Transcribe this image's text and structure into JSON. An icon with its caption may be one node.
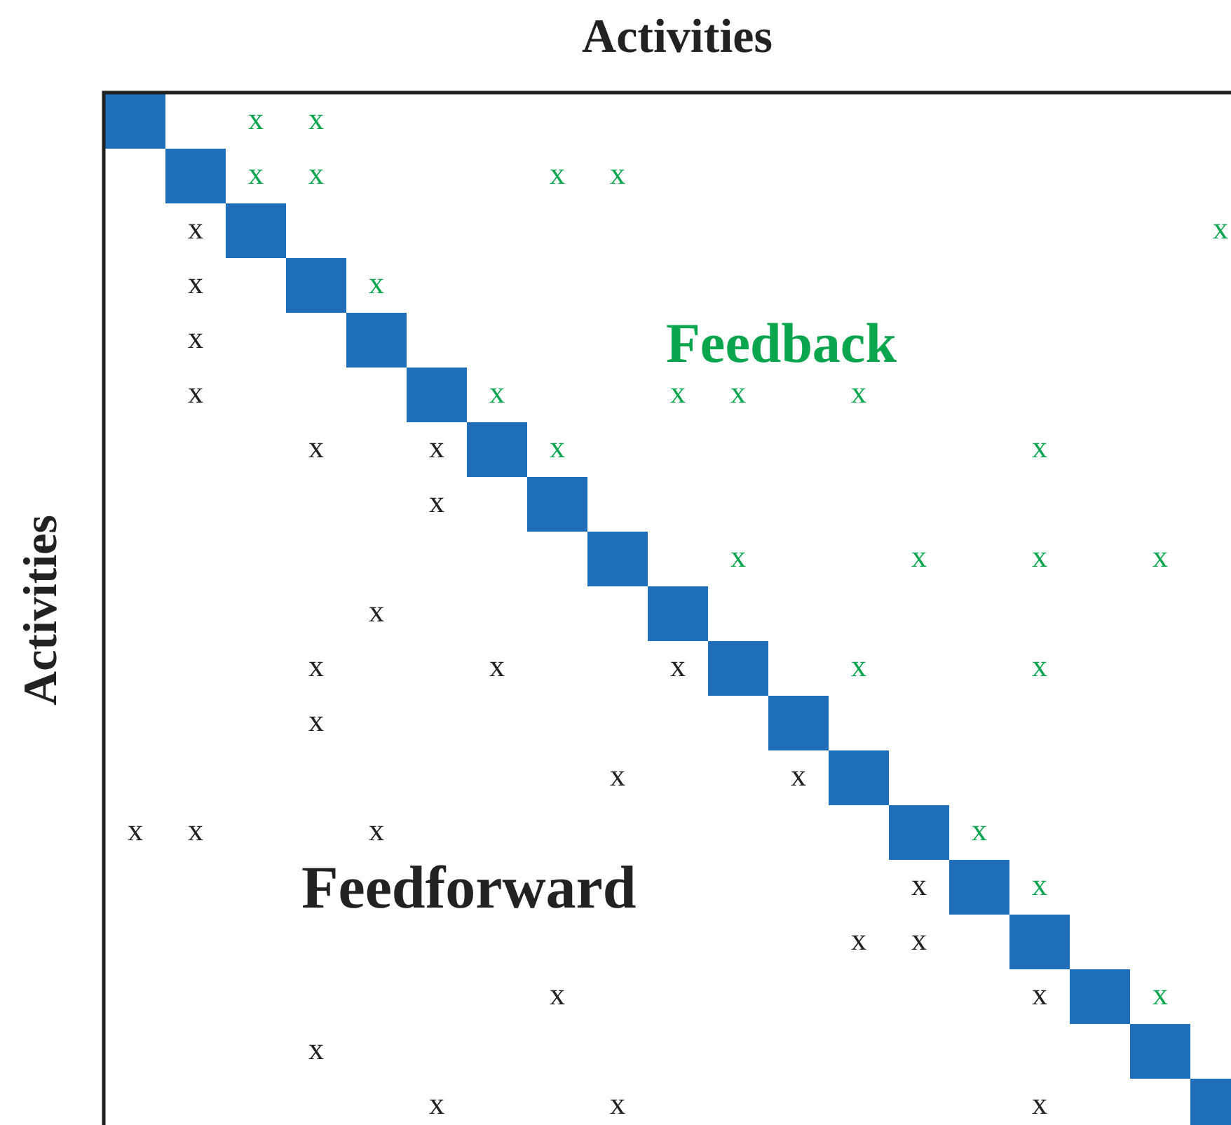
{
  "diagram": {
    "title": "Activities",
    "labels": [
      "x",
      "x",
      "x",
      "x",
      "x",
      "x",
      "x",
      "x",
      "x",
      "x",
      "x",
      "Feedback",
      "x",
      "x",
      "x",
      "x",
      "x",
      "x",
      "x",
      "x",
      "x",
      "x",
      "x",
      "x",
      "x",
      "x",
      "Activities",
      "x",
      "x",
      "x",
      "x",
      "x",
      "x",
      "x",
      "x",
      "x",
      "x",
      "x",
      "x",
      "x",
      "Feedforward",
      "x",
      "x",
      "x",
      "x",
      "x",
      "x",
      "x",
      "x",
      "x",
      "x",
      "x"
    ]
  }
}
